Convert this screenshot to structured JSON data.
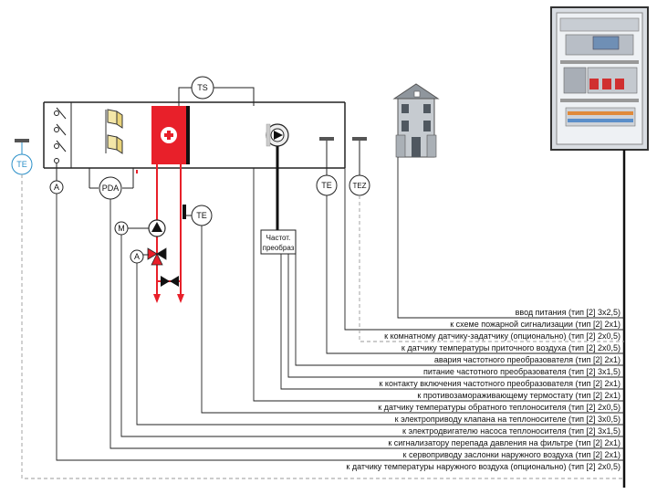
{
  "instruments": {
    "ts": "TS",
    "pda": "PDA",
    "te_return": "TE",
    "te_supply": "TE",
    "tez": "TEZ",
    "te_outdoor": "TE",
    "damper_actuator": "A",
    "valve_actuator": "A",
    "pump_motor": "M"
  },
  "fc_label": [
    "Частот.",
    "преобраз"
  ],
  "cables": [
    "ввод питания (тип [2] 3х2,5)",
    "к схеме пожарной сигнализации (тип [2] 2х1)",
    "к комнатному датчику-задатчику (опционально) (тип [2] 2х0,5)",
    "к датчику температуры приточного воздуха (тип [2] 2х0,5)",
    "авария частотного преобразователя (тип [2] 2х1)",
    "питание частотного преобразователя (тип [2] 3х1,5)",
    "к контакту включения частотного преобразователя (тип [2] 2х1)",
    "к противозамораживающему термостату (тип [2] 2х1)",
    "к датчику температуры обратного теплоносителя (тип [2] 2х0,5)",
    "к электроприводу клапана на теплоносителе (тип [2] 3х0,5)",
    "к электродвигателю насоса теплоносителя (тип [2] 3х1,5)",
    "к сигнализатору перепада давления на фильтре (тип [2] 2х1)",
    "к сервоприводу заслонки наружного воздуха (тип [2] 2х1)",
    "к датчику температуры наружного воздуха (опционально) (тип [2] 2х0,5)"
  ],
  "colors": {
    "heater": "#e8202a",
    "pipe": "#e8202a",
    "line": "#222222",
    "dashed": "#9a9a9a",
    "outdoor_sensor": "#2a8fc8"
  }
}
